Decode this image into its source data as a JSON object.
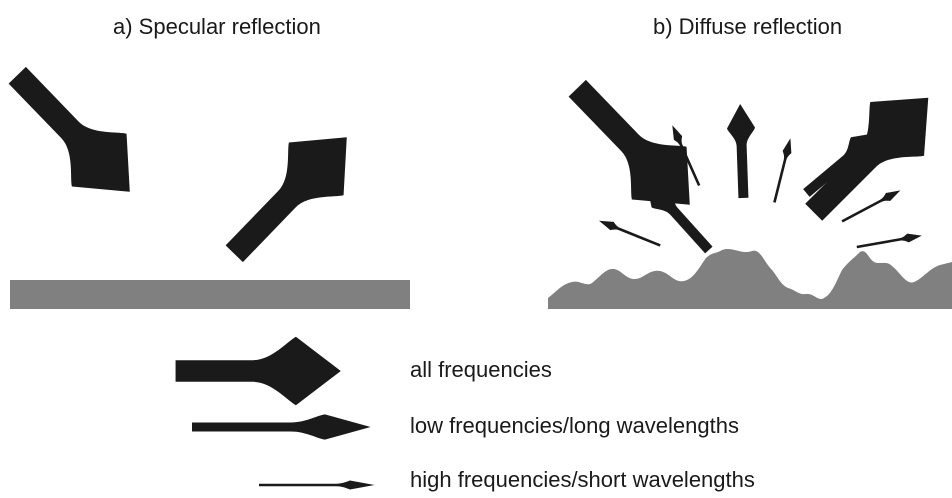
{
  "panels": {
    "specular": {
      "title": "a) Specular reflection"
    },
    "diffuse": {
      "title": "b) Diffuse reflection"
    }
  },
  "legend": [
    {
      "label": "all frequencies",
      "arrow": "thick"
    },
    {
      "label": "low frequencies/long wavelengths",
      "arrow": "medium"
    },
    {
      "label": "high frequencies/short wavelengths",
      "arrow": "thin"
    }
  ],
  "colors": {
    "arrow": "#1a1a1a",
    "surface": "#808080",
    "text": "#1a1a1a"
  }
}
